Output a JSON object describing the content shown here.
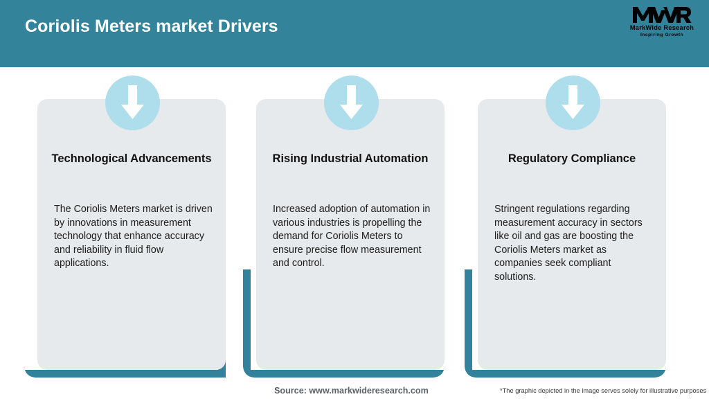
{
  "header": {
    "title": "Coriolis Meters market Drivers",
    "background_color": "#33839b",
    "title_color": "#ffffff"
  },
  "logo": {
    "mark": "MWR",
    "name": "MarkWide Research",
    "tagline": "Inspiring Growth"
  },
  "cards": [
    {
      "icon": "down-arrow-icon",
      "title": "Technological Advancements",
      "body": "The Coriolis Meters market is driven by innovations in measurement technology that enhance accuracy and reliability in fluid flow applications.",
      "accent_side": "left"
    },
    {
      "icon": "down-arrow-icon",
      "title": "Rising Industrial Automation",
      "body": "Increased adoption of automation in various industries is propelling the demand for Coriolis Meters to ensure precise flow measurement and control.",
      "accent_side": "right"
    },
    {
      "icon": "down-arrow-icon",
      "title": "Regulatory Compliance",
      "body": "Stringent regulations regarding measurement accuracy in sectors like oil and gas are boosting the Coriolis Meters market as companies seek compliant solutions.",
      "accent_side": "right"
    }
  ],
  "footer": {
    "source": "Source: www.markwideresearch.com",
    "disclaimer": "*The graphic depicted in the image serves solely for illustrative purposes"
  },
  "colors": {
    "teal": "#33839b",
    "card_gray": "#e7eaec",
    "icon_circle_blue": "#aedeec",
    "white": "#ffffff"
  }
}
